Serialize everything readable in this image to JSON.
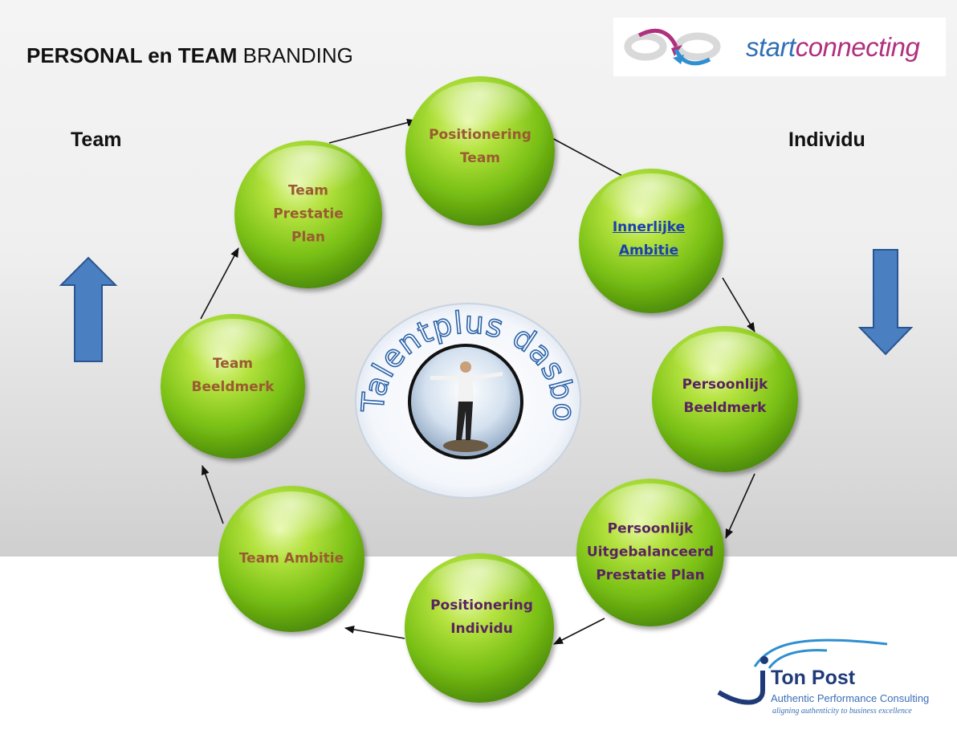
{
  "title": {
    "bold_part": "PERSONAL en TEAM",
    "normal_part": "BRANDING"
  },
  "labels": {
    "left": "Team",
    "right": "Individu"
  },
  "logo_startconnecting": {
    "part1": "start",
    "part2": "connecting"
  },
  "center_badge": {
    "text": "Talentplus dasboard"
  },
  "nodes": [
    {
      "label": "Positionering\nTeam",
      "style": "brown"
    },
    {
      "label": "Innerlijke\nAmbitie",
      "style": "link"
    },
    {
      "label": "Persoonlijk\nBeeldmerk",
      "style": "purple"
    },
    {
      "label": "Persoonlijk\nUitgebalanceerd\nPrestatie Plan",
      "style": "purple"
    },
    {
      "label": "Positionering\nIndividu",
      "style": "purple"
    },
    {
      "label": "Team Ambitie",
      "style": "brown"
    },
    {
      "label": "Team\nBeeldmerk",
      "style": "brown"
    },
    {
      "label": "Team\nPrestatie\nPlan",
      "style": "brown"
    }
  ],
  "arrows": {
    "up_color": "#4a7fc1",
    "down_color": "#4a7fc1"
  },
  "ton_post": {
    "name": "Ton Post",
    "subtitle": "Authentic Performance Consulting",
    "tagline": "aligning authenticity to business excellence"
  },
  "colors": {
    "sphere_green": "#8fd12a",
    "text_brown": "#9a5a32",
    "text_purple": "#5a2360",
    "link_blue": "#1a3fb0"
  }
}
